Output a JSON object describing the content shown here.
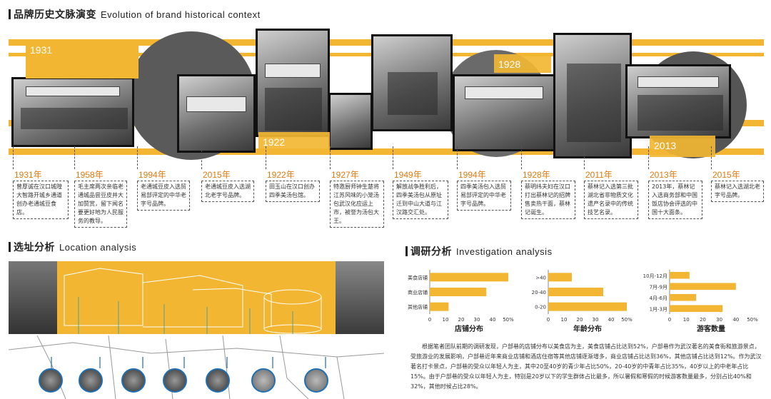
{
  "history": {
    "title_cn": "品牌历史文脉演变",
    "title_en": "Evolution of brand historical context",
    "photo_years": [
      "1931",
      "1922",
      "1928",
      "2013"
    ],
    "timeline": [
      {
        "year": "1931年",
        "text": "曾厚诚在汉口城隍　大智路开城乡通道创办老通城豆食店。"
      },
      {
        "year": "1958年",
        "text": "毛主席两次亲临老通城品尝豆皮并大加赞赏，留下闻名要更好地为人民服务的教导。"
      },
      {
        "year": "1994年",
        "text": "老通城豆皮入选贸易部评定的中华老字号品牌。"
      },
      {
        "year": "2015年",
        "text": "老通城豆皮入选湖北老字号品牌。"
      },
      {
        "year": "1922年",
        "text": "田玉山在汉口创办四季美汤包馆。"
      },
      {
        "year": "1927年",
        "text": "特邀厨师钟生楚将江苏风味的小笼汤包武汉化应运上市，被誉为汤包大王。"
      },
      {
        "year": "1949年",
        "text": "解放战争胜利后，四季美汤包从原址迁到中山大道与江汉路交汇处。"
      },
      {
        "year": "1994年",
        "text": "四季美汤包入选贸易部评定的中华老字号品牌。"
      },
      {
        "year": "1928年",
        "text": "蔡明纬夫妇在汉口打出蔡林记的招牌售卖热干面，蔡林记诞生。"
      },
      {
        "year": "2011年",
        "text": "蔡林记入选第三批湖北省非物质文化遗产名录中的传统技艺名录。"
      },
      {
        "year": "2013年",
        "text": "2013年，蔡林记入选商务部和中国饭店协会评选的中国十大面条。"
      },
      {
        "year": "2015年",
        "text": "蔡林记入选湖北老字号品牌。"
      }
    ]
  },
  "location": {
    "title_cn": "选址分析",
    "title_en": "Location analysis"
  },
  "investigation": {
    "title_cn": "调研分析",
    "title_en": "Investigation analysis",
    "paragraph": "根据笔者团队前期的调研发现，户部巷的店铺分布以美食店为主，美食店铺占比达到52%，户部巷作为武汉著名的美食街和旅游景点，受旅游业的发展影响，户部巷近年来商业店铺和酒店住宿等其他店铺逐渐增多，商业店铺占比达到36%，其他店铺占比达到12%。作为武汉著名打卡景点，户部巷的受众以年轻人为主，其中20至40岁的青少年占比50%，20-40岁的中青年占比35%，40岁以上的中老年占比15%。由于户部巷的受众以年轻人为主，特别是20岁以下的学生群体占比最多，所以暑假和寒假的时候游客数量最多，分别占比40%和32%，其他时候占比28%。"
  },
  "chart_data": [
    {
      "type": "bar",
      "title": "店铺分布",
      "categories": [
        "美食店铺",
        "商业店铺",
        "其他店铺"
      ],
      "values": [
        52,
        36,
        12
      ],
      "xlim": [
        0,
        50
      ],
      "ticks": [
        "0",
        "10",
        "20",
        "30",
        "40",
        "50%"
      ]
    },
    {
      "type": "bar",
      "title": "年龄分布",
      "categories": [
        ">40",
        "20-40",
        "0-20"
      ],
      "values": [
        15,
        35,
        50
      ],
      "xlim": [
        0,
        50
      ],
      "ticks": [
        "0",
        "10",
        "20",
        "30",
        "40",
        "50%"
      ]
    },
    {
      "type": "bar",
      "title": "游客数量",
      "categories": [
        "10月-12月",
        "7月-9月",
        "4月-6月",
        "1月-3月"
      ],
      "values": [
        12,
        40,
        16,
        32
      ],
      "xlim": [
        0,
        50
      ],
      "ticks": [
        "0",
        "10",
        "20",
        "30",
        "40",
        "50%"
      ]
    }
  ],
  "colors": {
    "accent": "#f2b632",
    "year": "#e07a10",
    "map_line": "#1f6fb2"
  }
}
